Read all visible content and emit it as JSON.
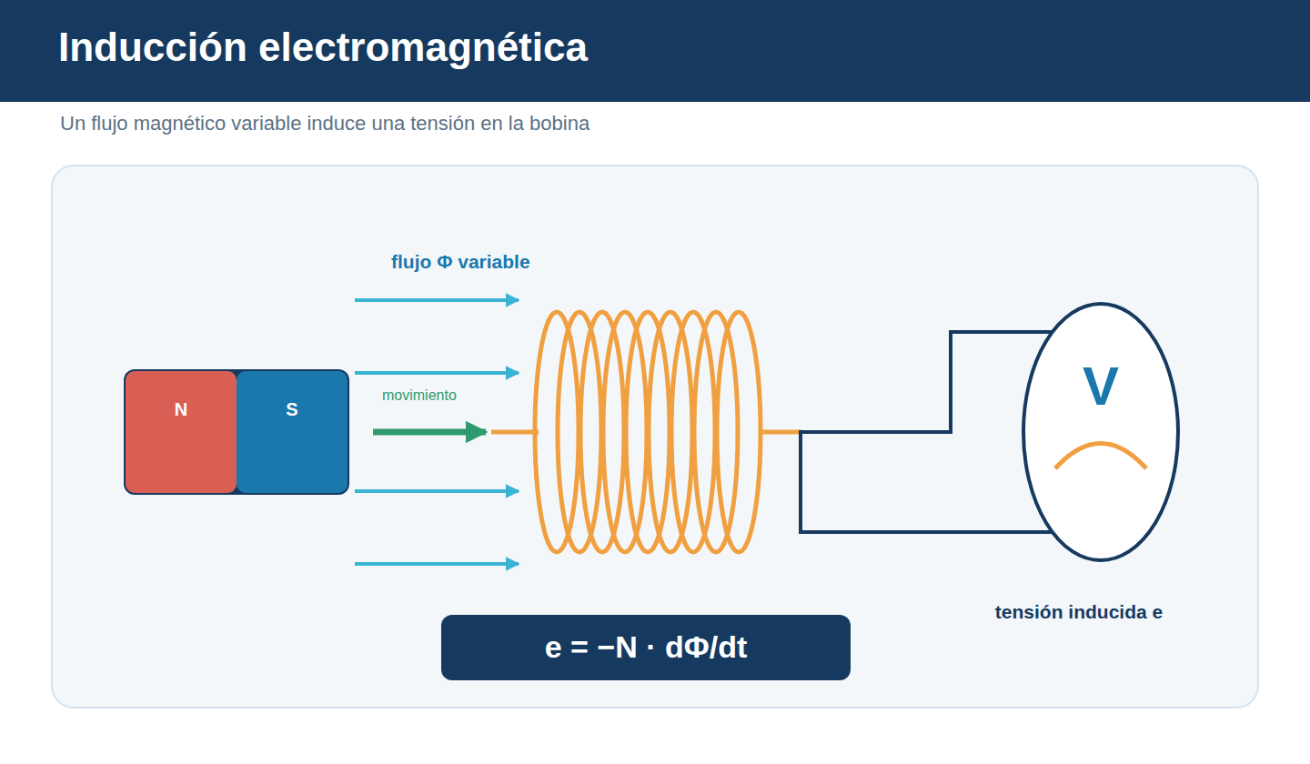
{
  "diagram": {
    "title": "Inducción electromagnética",
    "caption": "Un flujo magnético variable induce una tensión en la bobina",
    "nodes": [
      {
        "text": [
          "N"
        ]
      },
      {
        "text": [
          "S"
        ]
      },
      {
        "text": [
          "V"
        ]
      },
      {
        "text": [
          "e = −N · dΦ/dt"
        ]
      }
    ],
    "labels": [
      "flujo Φ variable",
      "movimiento",
      "tensión inducida e"
    ]
  }
}
